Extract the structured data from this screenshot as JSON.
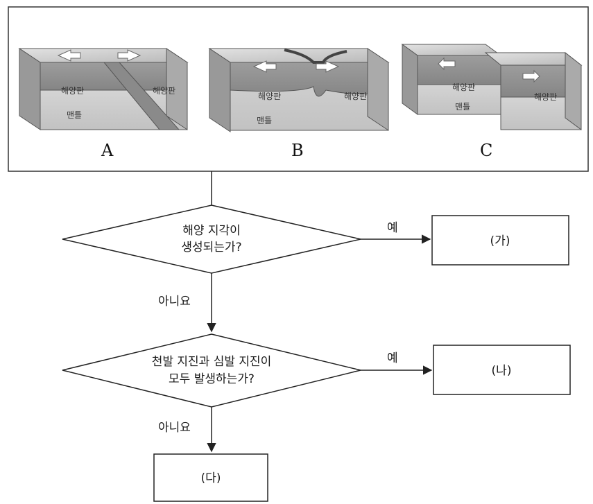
{
  "blocks": [
    {
      "letter": "A",
      "plate_left": "해양판",
      "plate_right": "해양판",
      "mantle": "맨틀"
    },
    {
      "letter": "B",
      "plate_left": "해양판",
      "plate_right": "해양판",
      "mantle": "맨틀"
    },
    {
      "letter": "C",
      "plate_left": "해양판",
      "plate_right": "해양판",
      "mantle": "맨틀"
    }
  ],
  "flow": {
    "q1": [
      "해양 지각이",
      "생성되는가?"
    ],
    "q2": [
      "천발 지진과 심발 지진이",
      "모두 발생하는가?"
    ],
    "yes": "예",
    "no": "아니요",
    "box_ga": "(가)",
    "box_na": "(나)",
    "box_da": "(다)"
  }
}
